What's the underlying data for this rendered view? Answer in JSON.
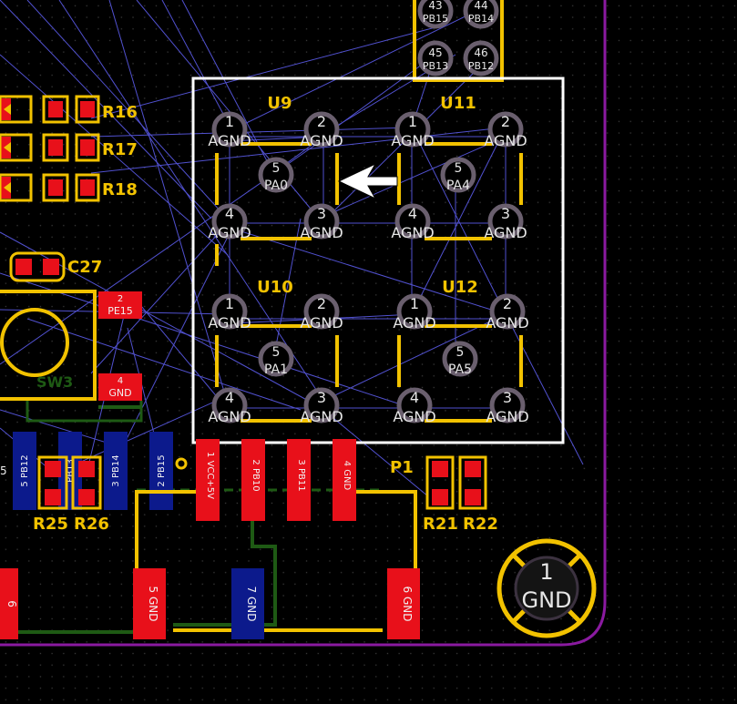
{
  "colors": {
    "background": "#000000",
    "grid_dot": "#3a3a3a",
    "ratsnest": "#5a5ae6",
    "silk": "#f2c200",
    "pad_red": "#e8101a",
    "pad_blue": "#0c1a8c",
    "pad_text": "#f0f0f0",
    "ref_label": "#f2c200",
    "via_ring": "#6a5f6e",
    "via_text": "#e6e6e6",
    "selection": "#ffffff",
    "board_edge": "#8a1aa0",
    "trace_green": "#1e5a14",
    "trace_gold": "#f2c200"
  },
  "labels": {
    "u9": "U9",
    "u10": "U10",
    "u11": "U11",
    "u12": "U12",
    "r16": "R16",
    "r17": "R17",
    "r18": "R18",
    "c27": "C27",
    "p1": "P1",
    "r25": "R25",
    "r26": "R26",
    "r21": "R21",
    "r22": "R22"
  },
  "u9_pads": {
    "p1_num": "1",
    "p1_net": "AGND",
    "p2_num": "2",
    "p2_net": "AGND",
    "p3_num": "3",
    "p3_net": "AGND",
    "p4_num": "4",
    "p4_net": "AGND",
    "p5_num": "5",
    "p5_net": "PA0"
  },
  "u11_pads": {
    "p1_num": "1",
    "p1_net": "AGND",
    "p2_num": "2",
    "p2_net": "AGND",
    "p3_num": "3",
    "p3_net": "AGND",
    "p4_num": "4",
    "p4_net": "AGND",
    "p5_num": "5",
    "p5_net": "PA4"
  },
  "u10_pads": {
    "p1_num": "1",
    "p1_net": "AGND",
    "p2_num": "2",
    "p2_net": "AGND",
    "p3_num": "3",
    "p3_net": "AGND",
    "p4_num": "4",
    "p4_net": "AGND",
    "p5_num": "5",
    "p5_net": "PA1"
  },
  "u12_pads": {
    "p1_num": "1",
    "p1_net": "AGND",
    "p2_num": "2",
    "p2_net": "AGND",
    "p3_num": "3",
    "p3_net": "AGND",
    "p4_num": "4",
    "p4_net": "AGND",
    "p5_num": "5",
    "p5_net": "PA5"
  },
  "header_pins": {
    "p43_num": "43",
    "p43_net": "PB15",
    "p44_num": "44",
    "p44_net": "PB14",
    "p45_num": "45",
    "p45_net": "PB13",
    "p46_num": "46",
    "p46_net": "PB12"
  },
  "switch_pads": {
    "pad2_num": "2",
    "pad2_net": "PE15",
    "pad4_num": "4",
    "pad4_net": "GND"
  },
  "p1_pads": {
    "pin1": "1 VCC+5V",
    "pin2": "2 PB10",
    "pin3": "3 PB11",
    "pin4": "4 GND"
  },
  "left_pads": {
    "pb12": "5 PB12",
    "pb13": "PB13",
    "pb14": "3 PB14",
    "pb15": "2 PB15",
    "edge5": "5"
  },
  "bottom_pads": {
    "b6_left": "6",
    "b5": "5 GND",
    "b7": "7 GND",
    "b6_right": "6 GND"
  },
  "mount_hole": {
    "num": "1",
    "net": "GND"
  },
  "ghost": {
    "text": "SW3"
  }
}
